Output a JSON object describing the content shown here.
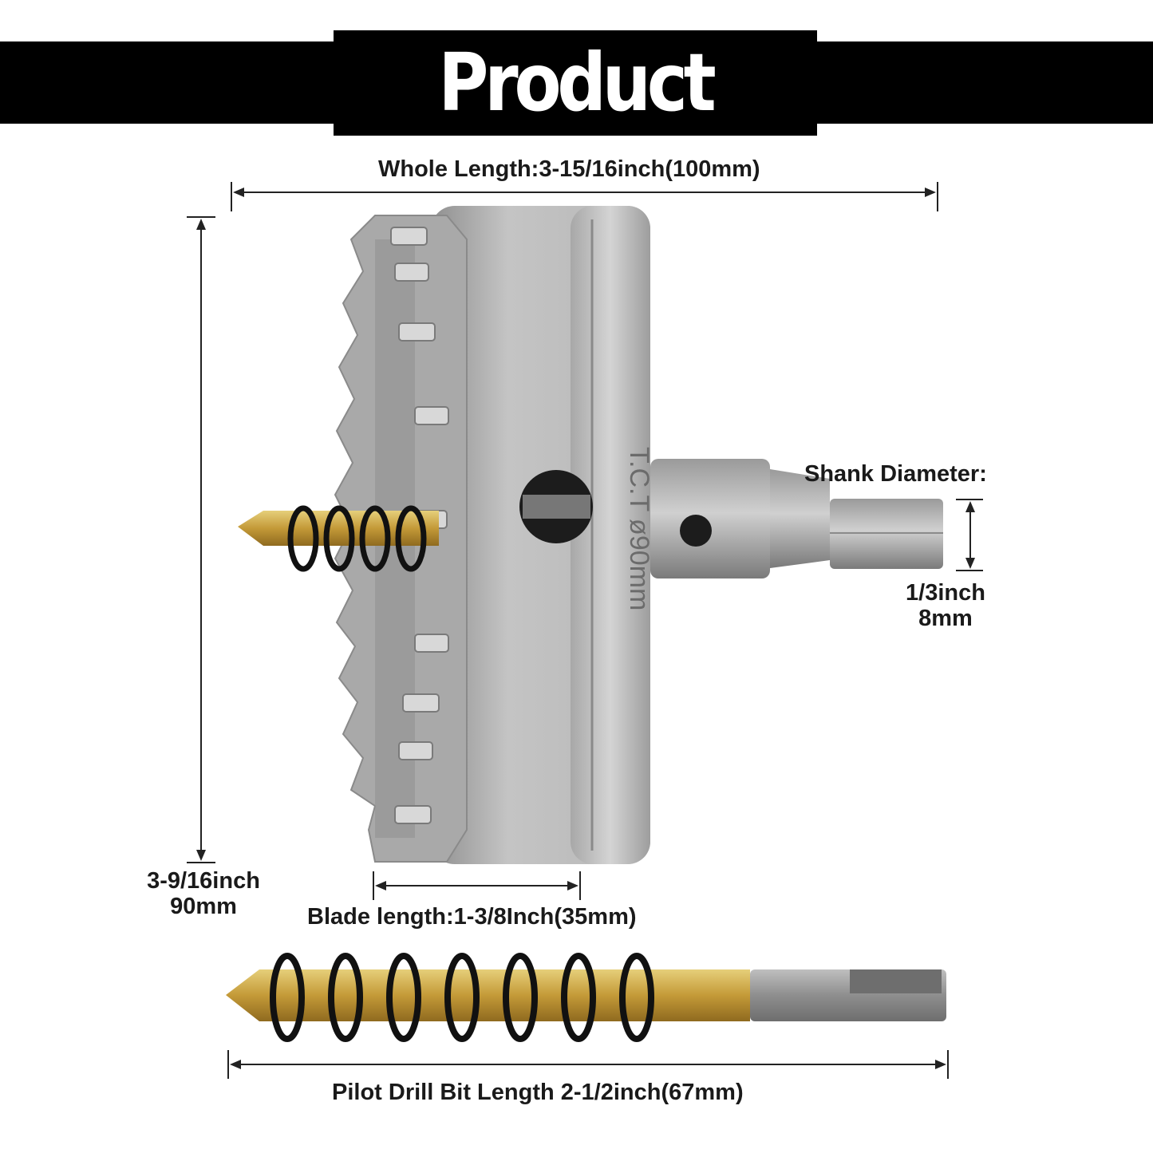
{
  "title": "Product Size",
  "dimensions": {
    "whole_length": "Whole Length:3-15/16inch(100mm)",
    "diameter_inch": "3-9/16inch",
    "diameter_mm": "90mm",
    "shank_label": "Shank Diameter:",
    "shank_inch": "1/3inch",
    "shank_mm": "8mm",
    "blade_length": "Blade length:1-3/8Inch(35mm)",
    "pilot_length": "Pilot Drill Bit Length 2-1/2inch(67mm)"
  },
  "engraving": "T.C.T ø90mm",
  "colors": {
    "steel": "#b9b9b9",
    "steel_dark": "#7d7d7d",
    "titanium": "#c9a84a",
    "spring": "#111111",
    "arrow": "#222222"
  }
}
